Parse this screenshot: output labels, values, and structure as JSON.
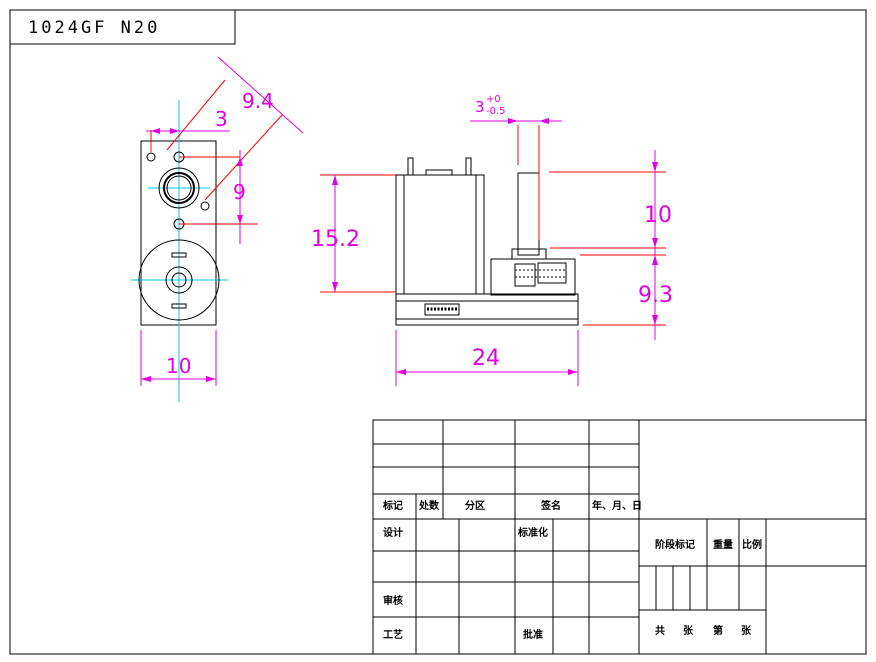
{
  "title": "1024GF N20",
  "dimensions": {
    "d94": "9.4",
    "d3": "3",
    "d9": "9",
    "d10_front": "10",
    "tol_base": "3",
    "tol_upper": "+0",
    "tol_lower": "-0.5",
    "d152": "15.2",
    "d10_side": "10",
    "d93": "9.3",
    "d24": "24"
  },
  "title_block": {
    "mark": "标记",
    "count": "处数",
    "zone": "分区",
    "signature": "签名",
    "date": "年、月、日",
    "design": "设计",
    "standardization": "标准化",
    "stage_mark": "阶段标记",
    "weight": "重量",
    "scale": "比例",
    "review": "审核",
    "process": "工艺",
    "approve": "批准",
    "total": "共",
    "sheets1": "张",
    "sheet_no": "第",
    "sheets2": "张"
  },
  "colors": {
    "dimension": "#e000e0",
    "center_line": "#00c8e6",
    "outline": "#ff0000",
    "line": "#000000"
  }
}
